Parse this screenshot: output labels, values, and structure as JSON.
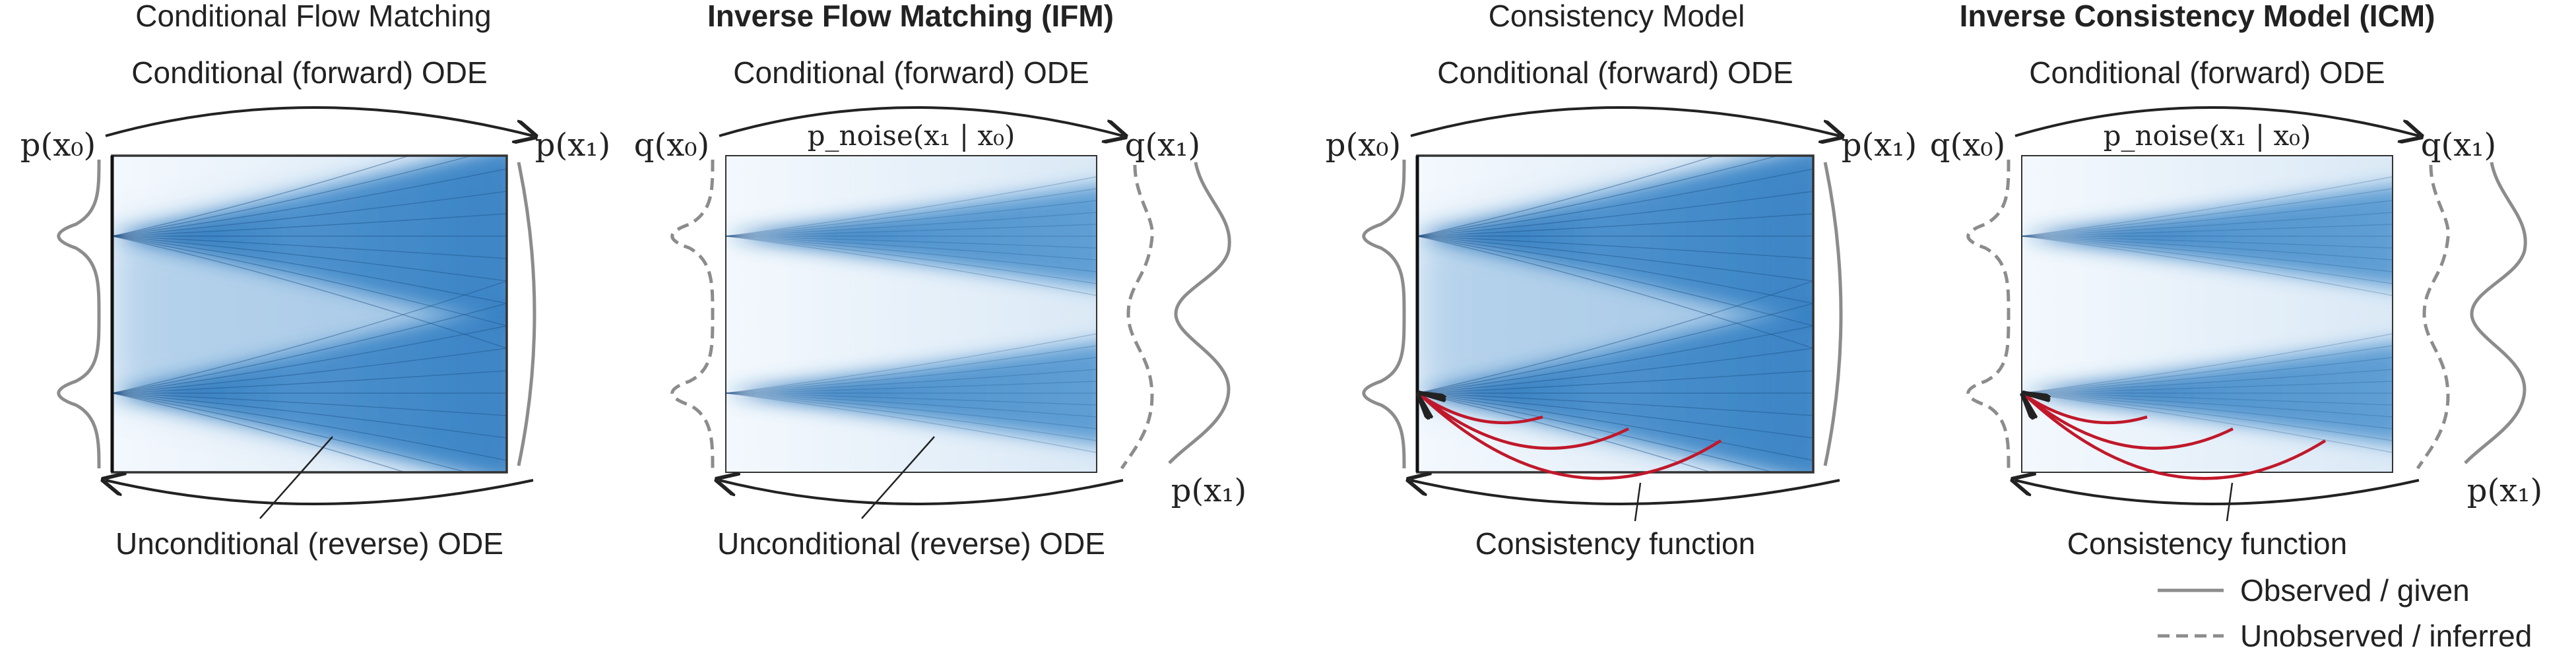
{
  "panels": [
    {
      "title": "Conditional Flow Matching",
      "title_bold": false,
      "forward_label": "Conditional (forward) ODE",
      "left_dist": "p(x₀)",
      "right_dist": "p(x₁)",
      "reverse_label": "Unconditional (reverse) ODE",
      "left_curve": "solid",
      "right_curve": "solid",
      "box_label": "",
      "bottom_right_dist": "",
      "has_consistency_arcs": false
    },
    {
      "title": "Inverse Flow Matching (IFM)",
      "title_bold": true,
      "forward_label": "Conditional (forward) ODE",
      "left_dist": "q(x₀)",
      "right_dist": "q(x₁)",
      "reverse_label": "Unconditional (reverse) ODE",
      "left_curve": "dashed",
      "right_curve": "dashed",
      "box_label": "p_noise(x₁ | x₀)",
      "bottom_right_dist": "p(x₁)",
      "has_consistency_arcs": false
    },
    {
      "title": "Consistency Model",
      "title_bold": false,
      "forward_label": "Conditional (forward) ODE",
      "left_dist": "p(x₀)",
      "right_dist": "p(x₁)",
      "reverse_label": "Consistency function",
      "left_curve": "solid",
      "right_curve": "solid",
      "box_label": "",
      "bottom_right_dist": "",
      "has_consistency_arcs": true
    },
    {
      "title": "Inverse Consistency Model (ICM)",
      "title_bold": true,
      "forward_label": "Conditional (forward) ODE",
      "left_dist": "q(x₀)",
      "right_dist": "q(x₁)",
      "reverse_label": "Consistency function",
      "left_curve": "dashed",
      "right_curve": "dashed",
      "box_label": "p_noise(x₁ | x₀)",
      "bottom_right_dist": "p(x₁)",
      "has_consistency_arcs": true
    }
  ],
  "legend": {
    "observed": "Observed / given",
    "unobserved": "Unobserved / inferred"
  },
  "colors": {
    "flow_dark": "#1f6db5",
    "flow_light": "#eef5fc",
    "arc_red": "#c0182a",
    "curve_gray": "#8c8c8c",
    "line_dark": "#222222"
  }
}
